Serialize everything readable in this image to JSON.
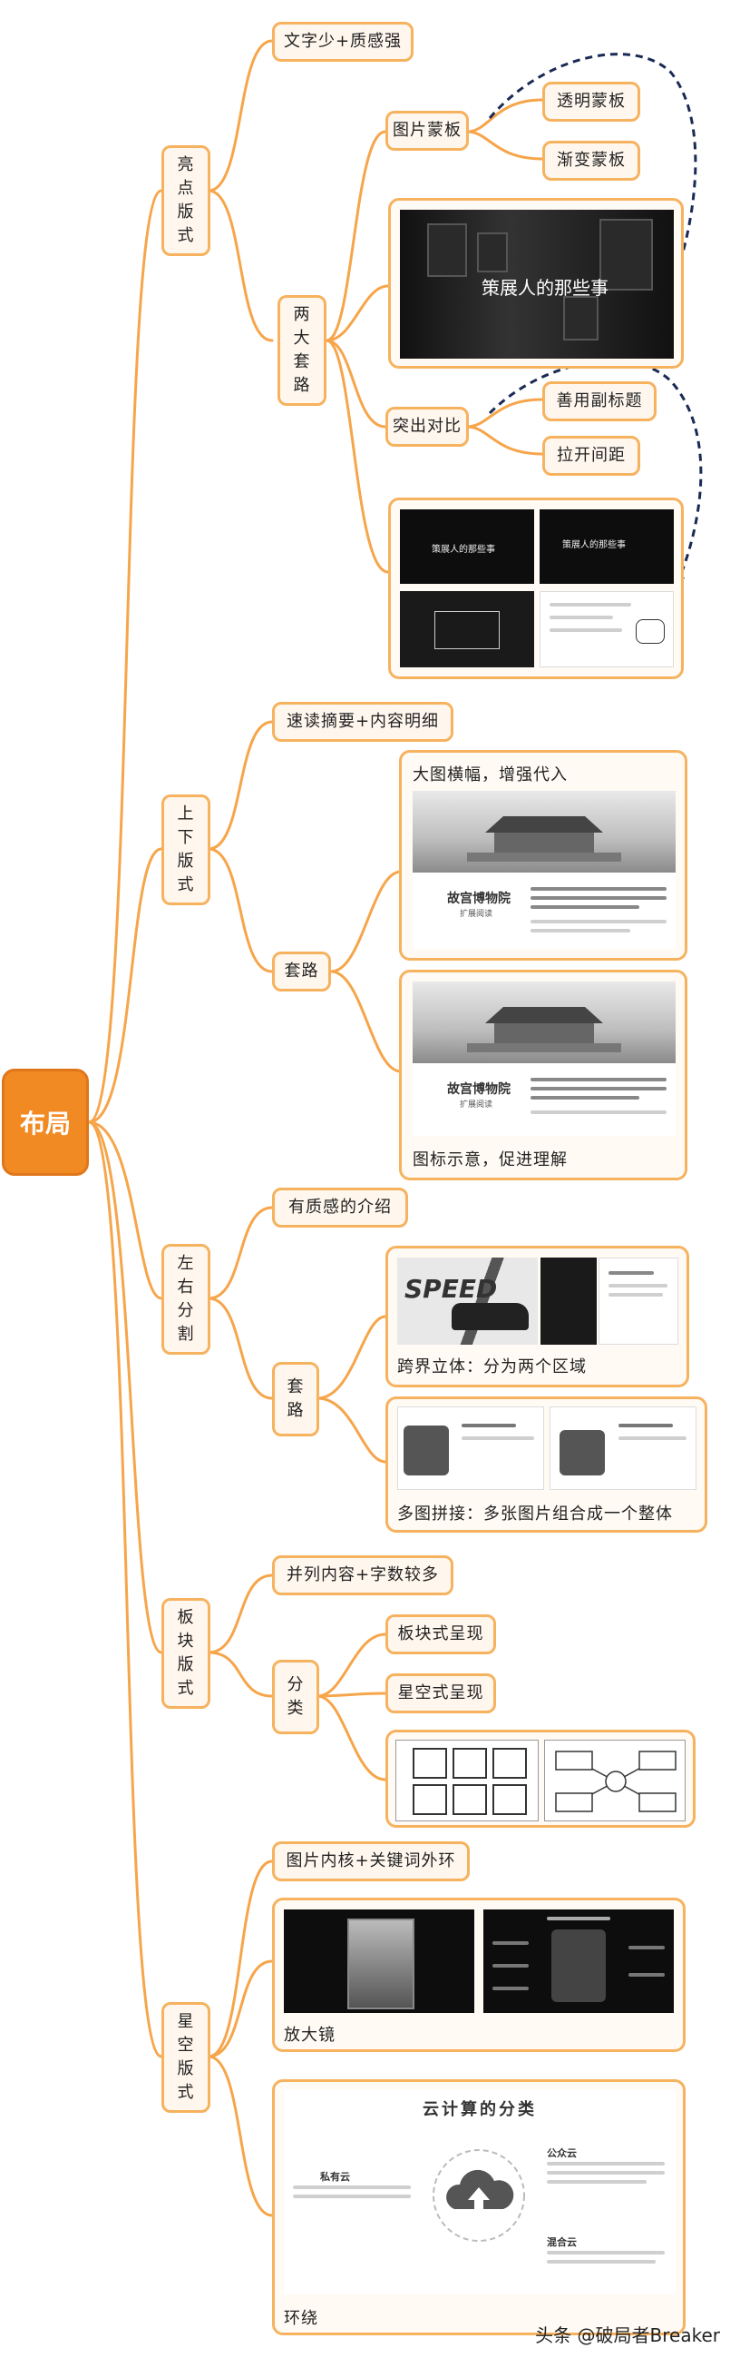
{
  "root": {
    "label": "布局"
  },
  "branches": {
    "liangdian": {
      "label": "亮点版式",
      "intro": "文字少+质感强",
      "sub": "两大套路",
      "mask": {
        "label": "图片蒙板",
        "children": [
          "透明蒙板",
          "渐变蒙板"
        ],
        "image_text": "策展人的那些事"
      },
      "contrast": {
        "label": "突出对比",
        "children": [
          "善用副标题",
          "拉开间距"
        ],
        "image_texts": [
          "策展人的那些事",
          "策展人的那些事"
        ]
      }
    },
    "shangxia": {
      "label": "上下版式",
      "intro": "速读摘要+内容明细",
      "sub": "套路",
      "card1": {
        "caption": "大图横幅，增强代入",
        "title": "故宫博物院",
        "subtitle": "扩展阅读"
      },
      "card2": {
        "caption": "图标示意，促进理解",
        "title": "故宫博物院",
        "subtitle": "扩展阅读"
      }
    },
    "zuoyou": {
      "label": "左右分割",
      "intro": "有质感的介绍",
      "sub": "套路",
      "card1": {
        "caption": "跨界立体：分为两个区域",
        "brand": "SPEED"
      },
      "card2": {
        "caption": "多图拼接：多张图片组合成一个整体"
      }
    },
    "bankuai": {
      "label": "板块版式",
      "intro": "并列内容+字数较多",
      "sub": "分类",
      "children": [
        "板块式呈现",
        "星空式呈现"
      ]
    },
    "xingkong": {
      "label": "星空版式",
      "intro": "图片内核+关键词外环",
      "card1": {
        "caption": "放大镜"
      },
      "card2": {
        "caption": "环绕",
        "title": "云计算的分类",
        "labels": [
          "私有云",
          "公众云",
          "混合云"
        ]
      }
    }
  },
  "watermark": "头条 @破局者Breaker",
  "colors": {
    "accent": "#f28a23",
    "line": "#f6a54a",
    "node_border": "#f6b25e",
    "dashed": "#1a2a55"
  }
}
